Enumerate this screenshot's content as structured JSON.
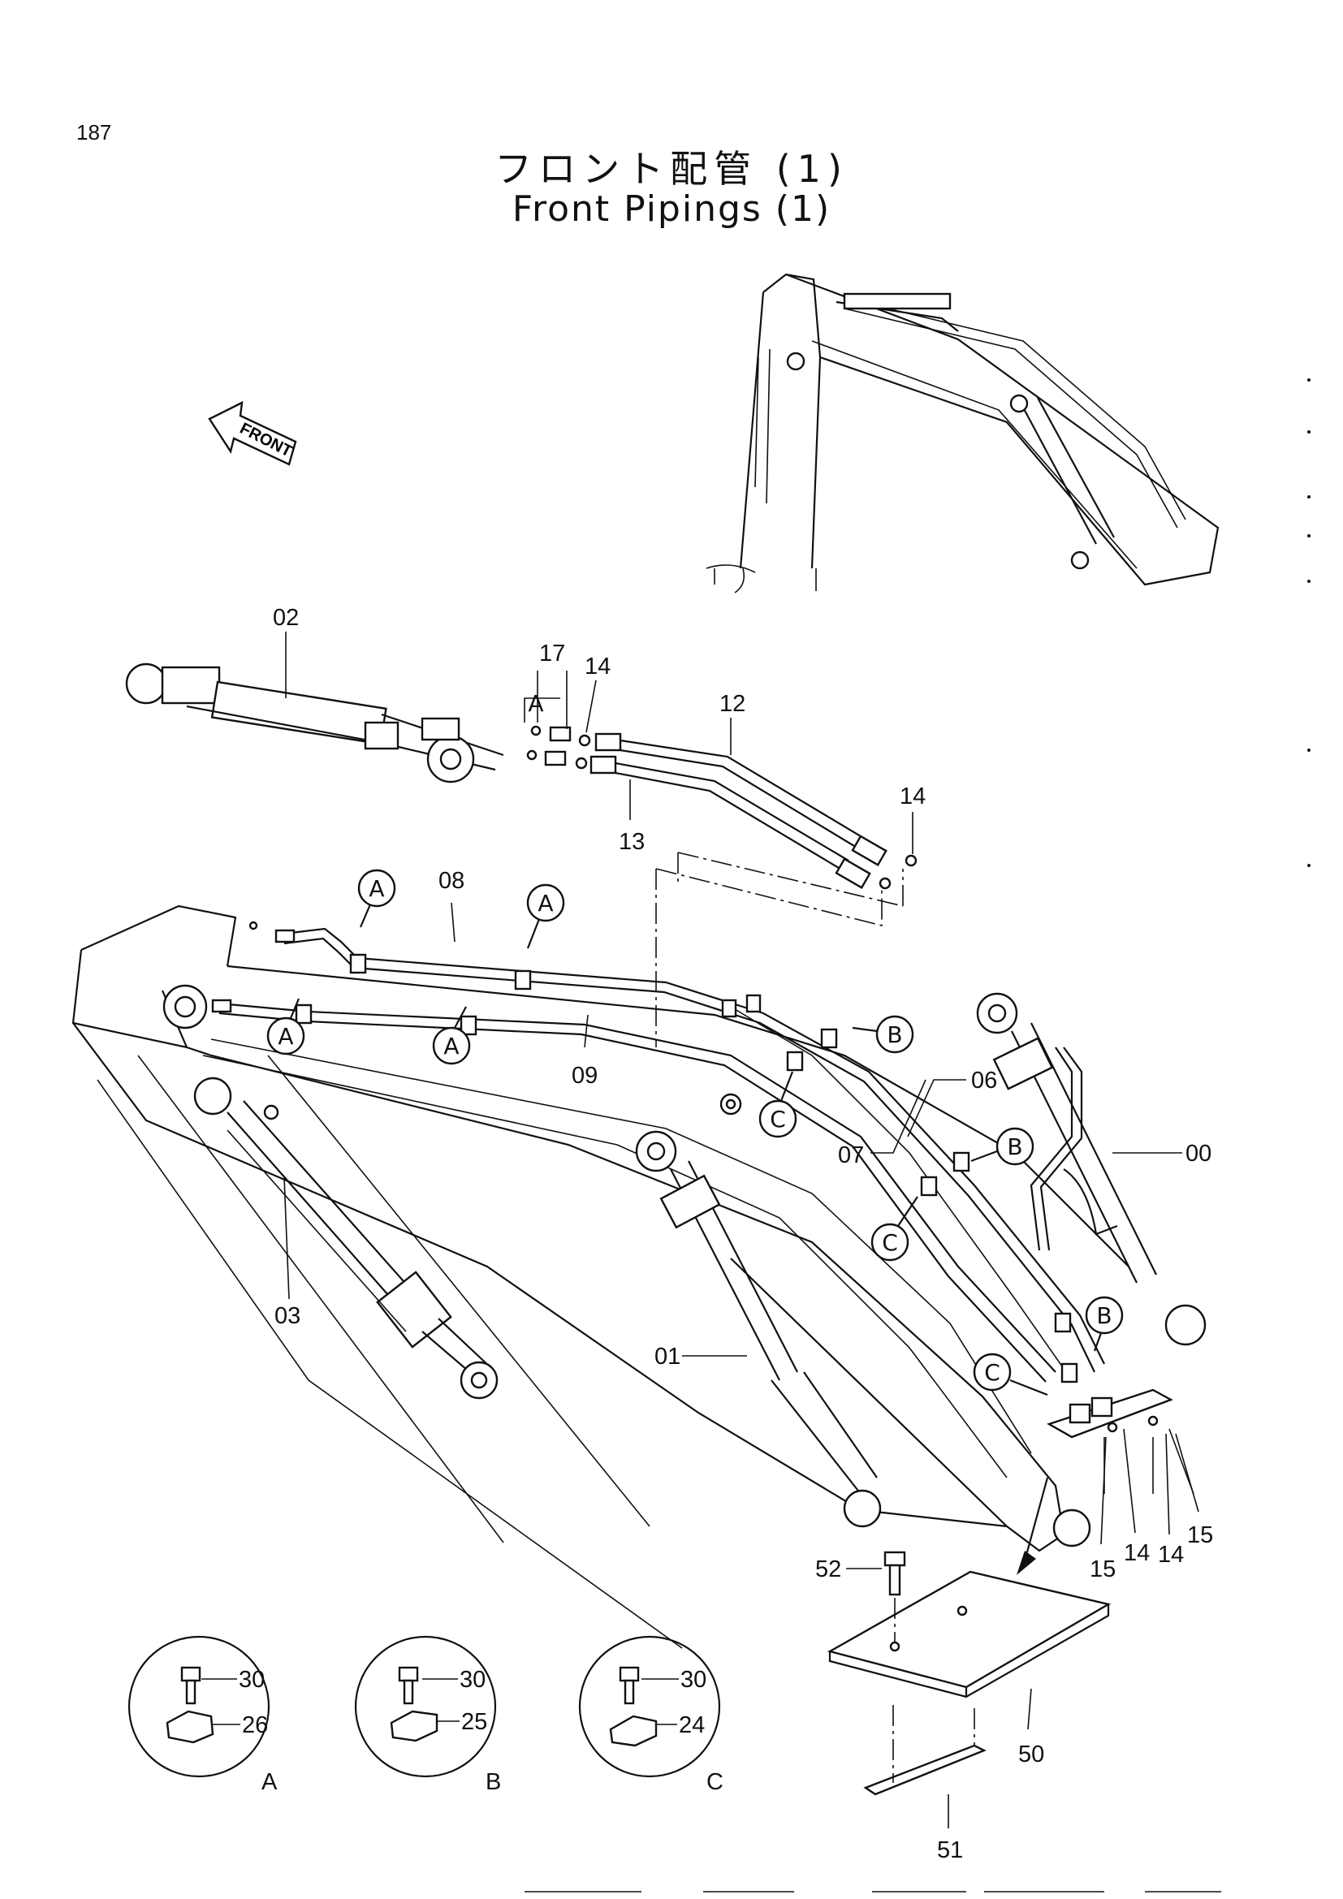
{
  "header": {
    "page_number": "187",
    "title_jp": "フロント配管 (1)",
    "title_en": "Front Pipings (1)"
  },
  "front_arrow": {
    "label": "FRONT"
  },
  "callouts": [
    "02",
    "17",
    "14",
    "12",
    "13",
    "14",
    "08",
    "09",
    "06",
    "07",
    "00",
    "03",
    "01",
    "15",
    "14",
    "14",
    "15",
    "52",
    "50",
    "51"
  ],
  "circle_markers": [
    "A",
    "A",
    "A",
    "A",
    "A",
    "B",
    "B",
    "B",
    "C",
    "C",
    "C"
  ],
  "details": [
    {
      "letter": "A",
      "bolt": "30",
      "clamp": "26"
    },
    {
      "letter": "B",
      "bolt": "30",
      "clamp": "25"
    },
    {
      "letter": "C",
      "bolt": "30",
      "clamp": "24"
    }
  ]
}
